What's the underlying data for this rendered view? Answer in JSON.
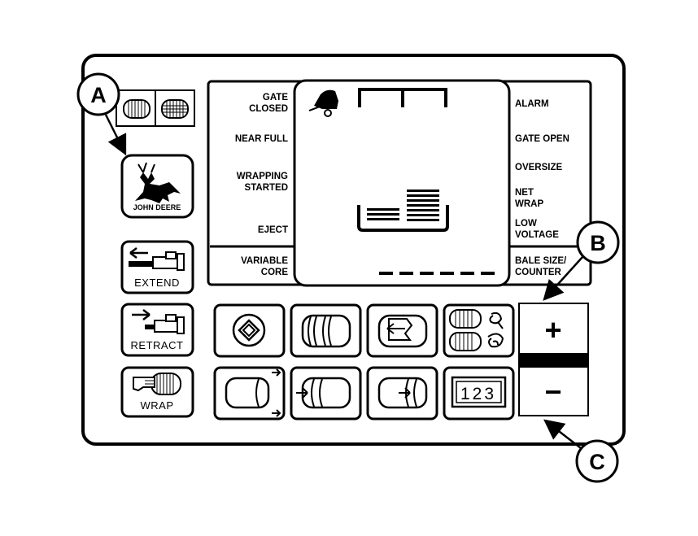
{
  "left_labels": {
    "gate_closed": [
      "GATE",
      "CLOSED"
    ],
    "near_full": "NEAR FULL",
    "wrapping_started": [
      "WRAPPING",
      "STARTED"
    ],
    "eject": "EJECT",
    "variable_core": [
      "VARIABLE",
      "CORE"
    ]
  },
  "right_labels": {
    "alarm": "ALARM",
    "gate_open": "GATE OPEN",
    "oversize": "OVERSIZE",
    "net_wrap": [
      "NET",
      "WRAP"
    ],
    "low_voltage": [
      "LOW",
      "VOLTAGE"
    ],
    "bale_size_counter": [
      "BALE SIZE/",
      "COUNTER"
    ]
  },
  "buttons": {
    "extend": "EXTEND",
    "retract": "RETRACT",
    "wrap": "WRAP",
    "plus": "+",
    "minus": "−"
  },
  "logo": {
    "text": "JOHN DEERE"
  },
  "counter_digits": "123",
  "callouts": {
    "a": "A",
    "b": "B",
    "c": "C"
  },
  "colors": {
    "ink": "#000000",
    "paper": "#ffffff"
  }
}
